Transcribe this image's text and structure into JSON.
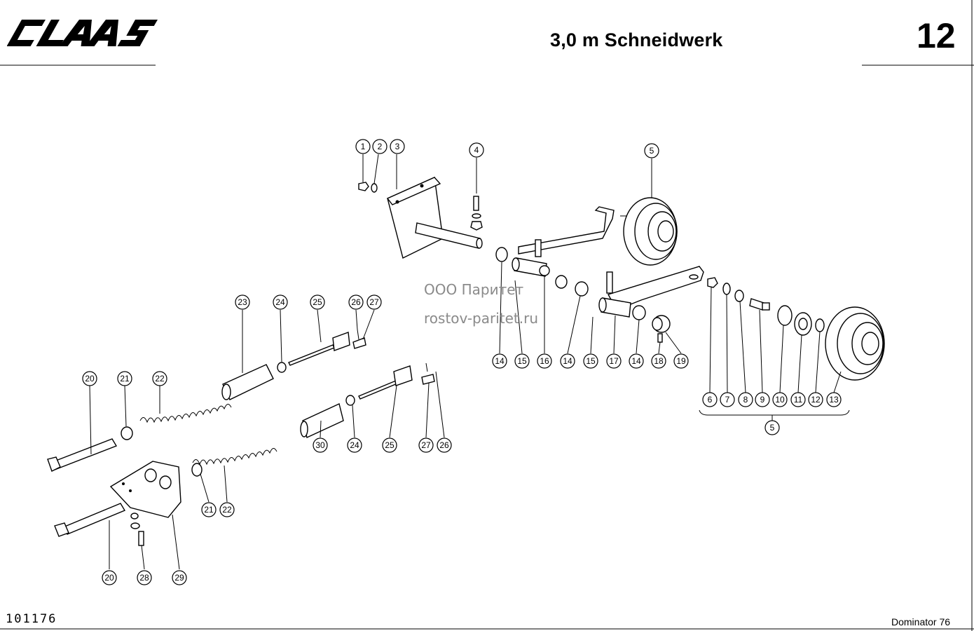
{
  "header": {
    "brand": "CLAAS",
    "title": "3,0 m Schneidwerk",
    "page_number": "12"
  },
  "footer": {
    "drawing_number": "101176",
    "model": "Dominator 76"
  },
  "watermark": {
    "line1": "ООО Паритет",
    "line2": "rostov-paritet.ru"
  },
  "callouts": [
    "1",
    "2",
    "3",
    "4",
    "5",
    "14",
    "15",
    "16",
    "14",
    "15",
    "17",
    "14",
    "18",
    "19",
    "6",
    "7",
    "8",
    "9",
    "10",
    "11",
    "12",
    "13",
    "5",
    "23",
    "24",
    "25",
    "26",
    "27",
    "20",
    "21",
    "22",
    "30",
    "24",
    "25",
    "27",
    "26",
    "21",
    "22",
    "20",
    "28",
    "29"
  ]
}
